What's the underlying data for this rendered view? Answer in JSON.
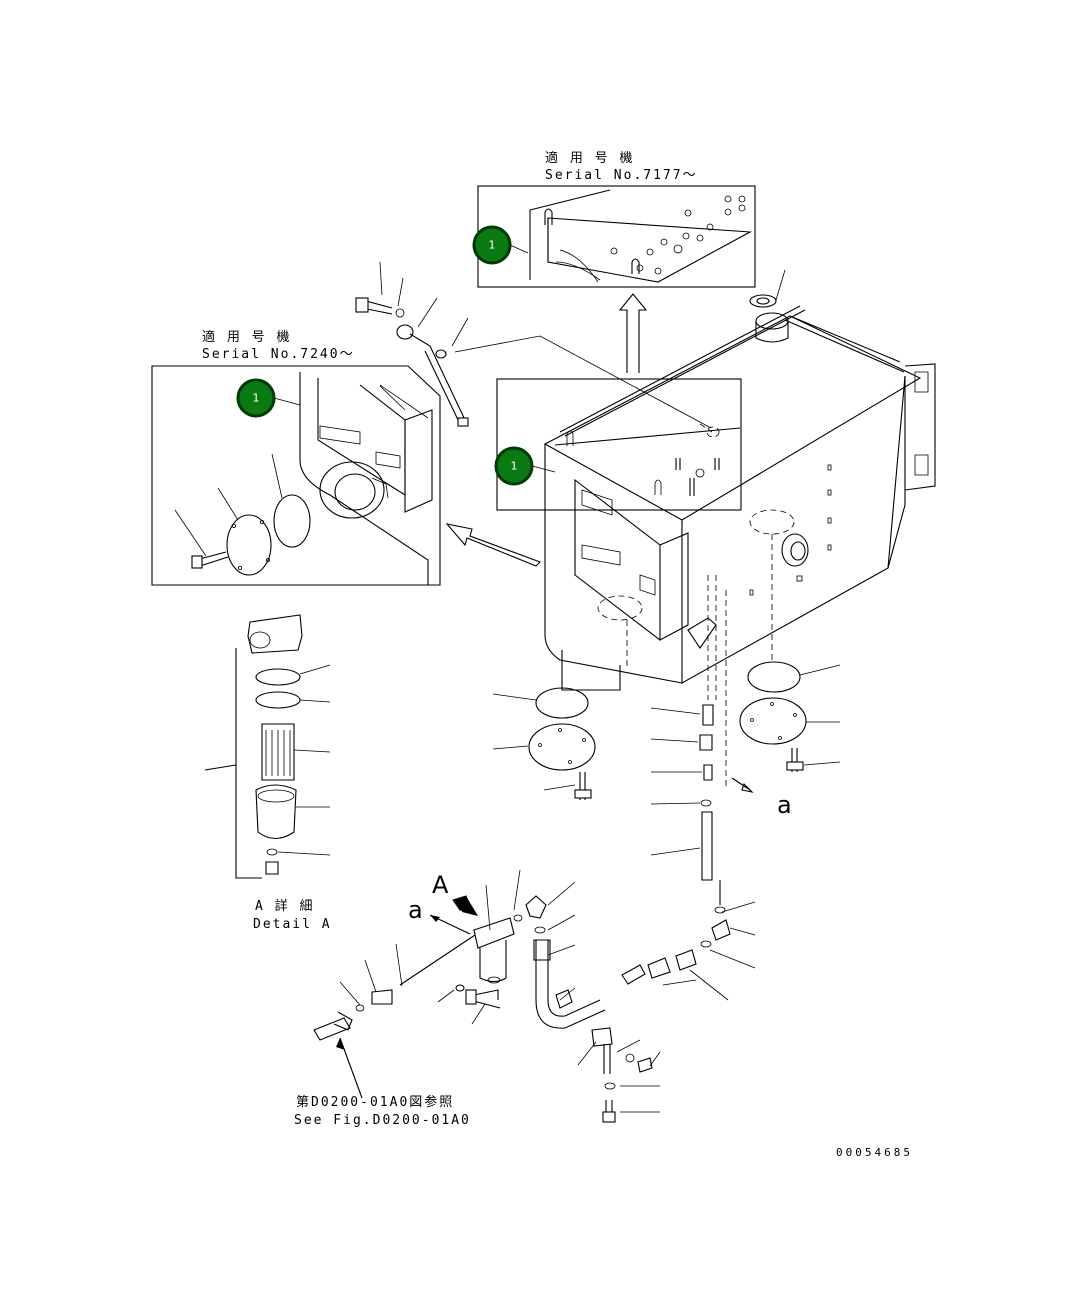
{
  "drawing_number": "00054685",
  "serial_top": {
    "jp": "適 用 号 機",
    "en": "Serial No.7177～"
  },
  "serial_left": {
    "jp": "適 用 号 機",
    "en": "Serial No.7240～"
  },
  "detail_caption": {
    "jp": "A 詳 細",
    "en": "Detail A"
  },
  "see_fig": {
    "jp": "第D0200-01A0図参照",
    "en": "See Fig.D0200-01A0"
  },
  "callout_badges": [
    "1",
    "1",
    "1"
  ],
  "view_letters": {
    "a_right": "a",
    "a_left": "a",
    "A": "A"
  },
  "colors": {
    "badge_fill": "#0a7a12",
    "line": "#000000",
    "background": "#ffffff"
  }
}
